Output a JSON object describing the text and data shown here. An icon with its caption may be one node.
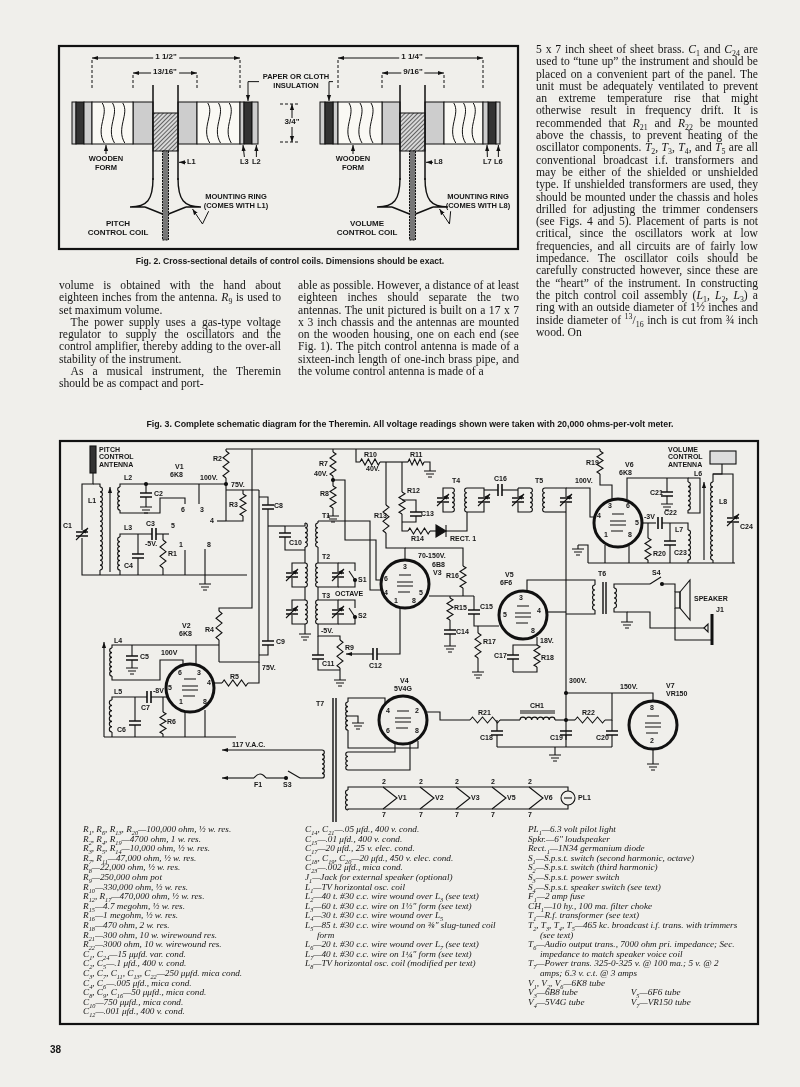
{
  "diagram": {
    "nodes": [
      {
        "text": [
          "PAPER OR CLOTH INSULATION"
        ]
      },
      {
        "text": [
          "WOODEN FORM"
        ]
      },
      {
        "text": [
          "L1"
        ]
      },
      {
        "text": [
          "L3"
        ]
      },
      {
        "text": [
          "L2"
        ]
      },
      {
        "text": [
          "MOUNTING RING (COMES WITH L1)"
        ]
      },
      {
        "text": [
          "WOODEN FORM"
        ]
      },
      {
        "text": [
          "L8"
        ]
      },
      {
        "text": [
          "L7"
        ]
      },
      {
        "text": [
          "L6"
        ]
      },
      {
        "text": [
          "MOUNTING RING (COMES WITH L8)"
        ]
      },
      {
        "text": [],
        "shape": "box"
      },
      {
        "text": [],
        "shape": "box"
      },
      {
        "text": [],
        "shape": "bar"
      },
      {
        "text": [],
        "shape": "bar"
      },
      {
        "text": [],
        "shape": "bar"
      },
      {
        "text": [],
        "shape": "picture"
      },
      {
        "text": [],
        "shape": "bar"
      },
      {
        "text": [],
        "shape": "box"
      },
      {
        "text": [],
        "shape": "box"
      },
      {
        "text": [],
        "shape": "bar"
      },
      {
        "text": [],
        "shape": "bar"
      },
      {
        "text": [],
        "shape": "picture"
      }
    ],
    "edges": [
      {
        "from": 0,
        "to": 14,
        "arrow": "to"
      },
      {
        "from": 0,
        "to": 17,
        "arrow": "to"
      },
      {
        "from": 1,
        "to": 11,
        "arrow": "to"
      },
      {
        "from": 2,
        "to": 12,
        "arrow": "to"
      },
      {
        "from": 3,
        "to": 13,
        "arrow": "to"
      },
      {
        "from": 4,
        "to": 15,
        "arrow": "to"
      },
      {
        "from": 5,
        "to": 16,
        "arrow": "to"
      },
      {
        "from": 6,
        "to": 18,
        "arrow": "to"
      },
      {
        "from": 7,
        "to": 19,
        "arrow": "to"
      },
      {
        "from": 8,
        "to": 20,
        "arrow": "to"
      },
      {
        "from": 9,
        "to": 21,
        "arrow": "to"
      },
      {
        "from": 10,
        "to": 22,
        "arrow": "to"
      }
    ],
    "labels": [
      "1 1/2\"",
      "13/16\"",
      "3/4\"",
      "1 1/4\"",
      "9/16\"",
      "PITCH CONTROL COIL",
      "VOLUME CONTROL COIL",
      "Fig. 2. Cross-sectional details of control coils. Dimensions should be exact.",
      "volume is obtained with the hand about eighteen inches from the antenna. *R*$_{9}$ is used to set maximum volume.",
      "The power supply uses a gas-type voltage regulator to supply the oscillators and the control amplifier, thereby adding to the over-all stability of the instrument.",
      "As a musical instrument, the Theremin should be as compact and port-",
      "able as possible. However, a distance of at least eighteen inches should separate the two antennas. The unit pictured is built on a 17 x 7 x 3 inch chassis and the antennas are mounted on the wooden housing, one on each end (see Fig. 1). The pitch control antenna is made of a sixteen-inch length of one-inch brass pipe, and the volume control antenna is made of a",
      "5 x 7 inch sheet of sheet brass. *C*$_{1}$ and *C*$_{24}$ are used to “tune up” the instrument and should be placed on a convenient part of the panel. The unit must be adequately ventilated to prevent an extreme temperature rise that might otherwise result in frequency drift. It is recommended that *R*$_{21}$ and *R*$_{22}$ be mounted above the chassis, to prevent heating of the oscillator components. *T*$_{2}$, *T*$_{3}$, *T*$_{4}$, and *T*$_{5}$ are all conventional broadcast i.f. transformers and may be either of the shielded or unshielded type. If unshielded transformers are used, they should be mounted under the chassis and holes drilled for adjusting the trimmer condensers (see Figs. 4 and 5). Placement of parts is not critical, since the oscillators work at low frequencies, and all circuits are of fairly low impedance. The oscillator coils should be carefully constructed however, since these are the “heart” of the instrument. In constructing the pitch control coil assembly (*L*$_{1}$, *L*$_{2}$, *L*$_{3}$) a ring with an outside diameter of 1½ inches and inside diameter of $^{13}$/$_{16}$ inch is cut from ¾ inch wood. On",
      "Fig. 3. Complete schematic diagram for the Theremin. All voltage readings shown were taken with 20,000 ohms-per-volt meter.",
      "PITCH CONTROL ANTENNA",
      "V1",
      "6K8",
      "L2",
      "C2",
      "100V.",
      "R2",
      "75V.",
      "R3",
      "C8",
      "L1",
      "C1",
      "L3",
      "C3",
      "-5V.",
      "C4",
      "R1",
      "6",
      "3",
      "4",
      "5",
      "1",
      "8",
      "R7",
      "40V.",
      "R8",
      "R10",
      "R11",
      "40V.",
      "R12",
      "R13",
      "C13",
      "R14",
      "RECT. 1",
      "T4",
      "C16",
      "T5",
      "R19",
      "100V.",
      "V6",
      "6K8",
      "VOLUME CONTROL ANTENNA",
      "L6",
      "C21",
      "L8",
      "C24",
      "-3V",
      "C22",
      "L7",
      "R20",
      "C23",
      "3",
      "6",
      "4",
      "5",
      "1",
      "8",
      "T1",
      "C10",
      "T2",
      "S1",
      "OCTAVE",
      "T3",
      "S2",
      "70-150V.",
      "6B8",
      "V3",
      "3",
      "6",
      "4",
      "1",
      "8",
      "5",
      "R16",
      "R15",
      "C14",
      "C15",
      "V5",
      "6F6",
      "3",
      "4",
      "5",
      "8",
      "R17",
      "18V.",
      "C17",
      "R18",
      "T6",
      "S4",
      "SPEAKER",
      "J1",
      "-5V.",
      "R9",
      "C11",
      "C12",
      "V2",
      "6K8",
      "R4",
      "L4",
      "C5",
      "100V",
      "C9",
      "75V.",
      "R5",
      "L5",
      "-8V",
      "C7",
      "C6",
      "R6",
      "6",
      "3",
      "4",
      "5",
      "1",
      "8",
      "V4",
      "5V4G",
      "T7",
      "4",
      "2",
      "6",
      "8",
      "300V.",
      "150V.",
      "V7",
      "VR150",
      "CH1",
      "R21",
      "R22",
      "C18",
      "C19",
      "C20",
      "8",
      "2",
      "117 V.A.C.",
      "F1",
      "S3",
      "2",
      "V1",
      "7",
      "2",
      "V2",
      "7",
      "2",
      "V3",
      "7",
      "2",
      "V5",
      "7",
      "2",
      "V6",
      "7",
      "PL1",
      "R$_{1}$, R$_{6}$, R$_{13}$, R$_{20}$—100,000 ohm, ½ w. res.",
      "R$_{2}$, R$_{4}$, R$_{19}$—4700 ohm, 1 w. res.",
      "R$_{3}$, R$_{5}$, R$_{14}$—10,000 ohm, ½ w. res.",
      "R$_{7}$, R$_{11}$—47,000 ohm, ½ w. res.",
      "R$_{8}$—22,000 ohm, ½ w. res.",
      "R$_{9}$—250,000 ohm pot",
      "R$_{10}$—330,000 ohm, ½ w. res.",
      "R$_{12}$, R$_{17}$—470,000 ohm, ½ w. res.",
      "R$_{15}$—4.7 megohm, ½ w. res.",
      "R$_{16}$—1 megohm, ½ w. res.",
      "R$_{18}$—470 ohm, 2 w. res.",
      "R$_{21}$—300 ohm, 10 w. wirewound res.",
      "R$_{22}$—3000 ohm, 10 w. wirewound res.",
      "C$_{1}$, C$_{24}$—15 μμfd. var. cond.",
      "C$_{2}$, C$_{5}$—.1 μfd., 400 v. cond.",
      "C$_{3}$, C$_{7}$, C$_{11}$, C$_{13}$, C$_{22}$—250 μμfd. mica cond.",
      "C$_{4}$, C$_{6}$—.005 μfd., mica cond.",
      "C$_{8}$, C$_{9}$, C$_{16}$—50 μμfd., mica cond.",
      "C$_{10}$—750 μμfd., mica cond.",
      "C$_{12}$—.001 μfd., 400 v. cond.",
      "C$_{14}$, C$_{21}$—.05 μfd., 400 v. cond.",
      "C$_{15}$—.01 μfd., 400 v. cond.",
      "C$_{17}$—20 μfd., 25 v. elec. cond.",
      "C$_{18}$, C$_{19}$, C$_{20}$—20 μfd., 450 v. elec. cond.",
      "C$_{23}$—.002 μfd., mica cond.",
      "J$_{1}$—Jack for external speaker (optional)",
      "L$_{1}$—TV horizontal osc. coil",
      "L$_{2}$—40 t. #30 c.c. wire wound over L$_{3}$ (see text)",
      "L$_{3}$—60 t. #30 c.c. wire on 1½\" form (see text)",
      "L$_{4}$—30 t. #30 c.c. wire wound over L$_{5}$",
      "L$_{5}$—85 t. #30 c.c. wire wound on ⅜\" slug-tuned coil form",
      "L$_{6}$—20 t. #30 c.c. wire wound over L$_{7}$ (see text)",
      "L$_{7}$—40 t. #30 c.c. wire on 1¼\" form (see text)",
      "L$_{8}$—TV horizontal osc. coil (modified per text)",
      "PL$_{1}$—6.3 volt pilot light",
      "Spkr.—6\" loudspeaker",
      "Rect.$_{1}$—1N34 germanium diode",
      "S$_{1}$—S.p.s.t. switch (second harmonic, octave)",
      "S$_{2}$—S.p.s.t. switch (third harmonic)",
      "S$_{3}$—S.p.s.t. power switch",
      "S$_{4}$—S.p.s.t. speaker switch (see text)",
      "F$_{1}$—2 amp fuse",
      "CH$_{1}$—10 hy., 100 ma. filter choke",
      "T$_{1}$—R.f. transformer (see text)",
      "T$_{2}$, T$_{3}$, T$_{4}$, T$_{5}$—465 kc. broadcast i.f. trans. with trimmers (see text)",
      "T$_{6}$—Audio output trans., 7000 ohm pri. impedance; Sec. impedance to match speaker voice coil",
      "T$_{7}$—Power trans. 325-0-325 v. @ 100 ma.; 5 v. @ 2 amps; 6.3 v. c.t. @ 3 amps",
      "V$_{1}$, V$_{2}$, V$_{6}$—6K8 tube",
      "V$_{3}$—6B8 tube",
      "V$_{5}$—6F6 tube",
      "V$_{4}$—5V4G tube",
      "V$_{7}$—VR150 tube",
      "38"
    ]
  }
}
